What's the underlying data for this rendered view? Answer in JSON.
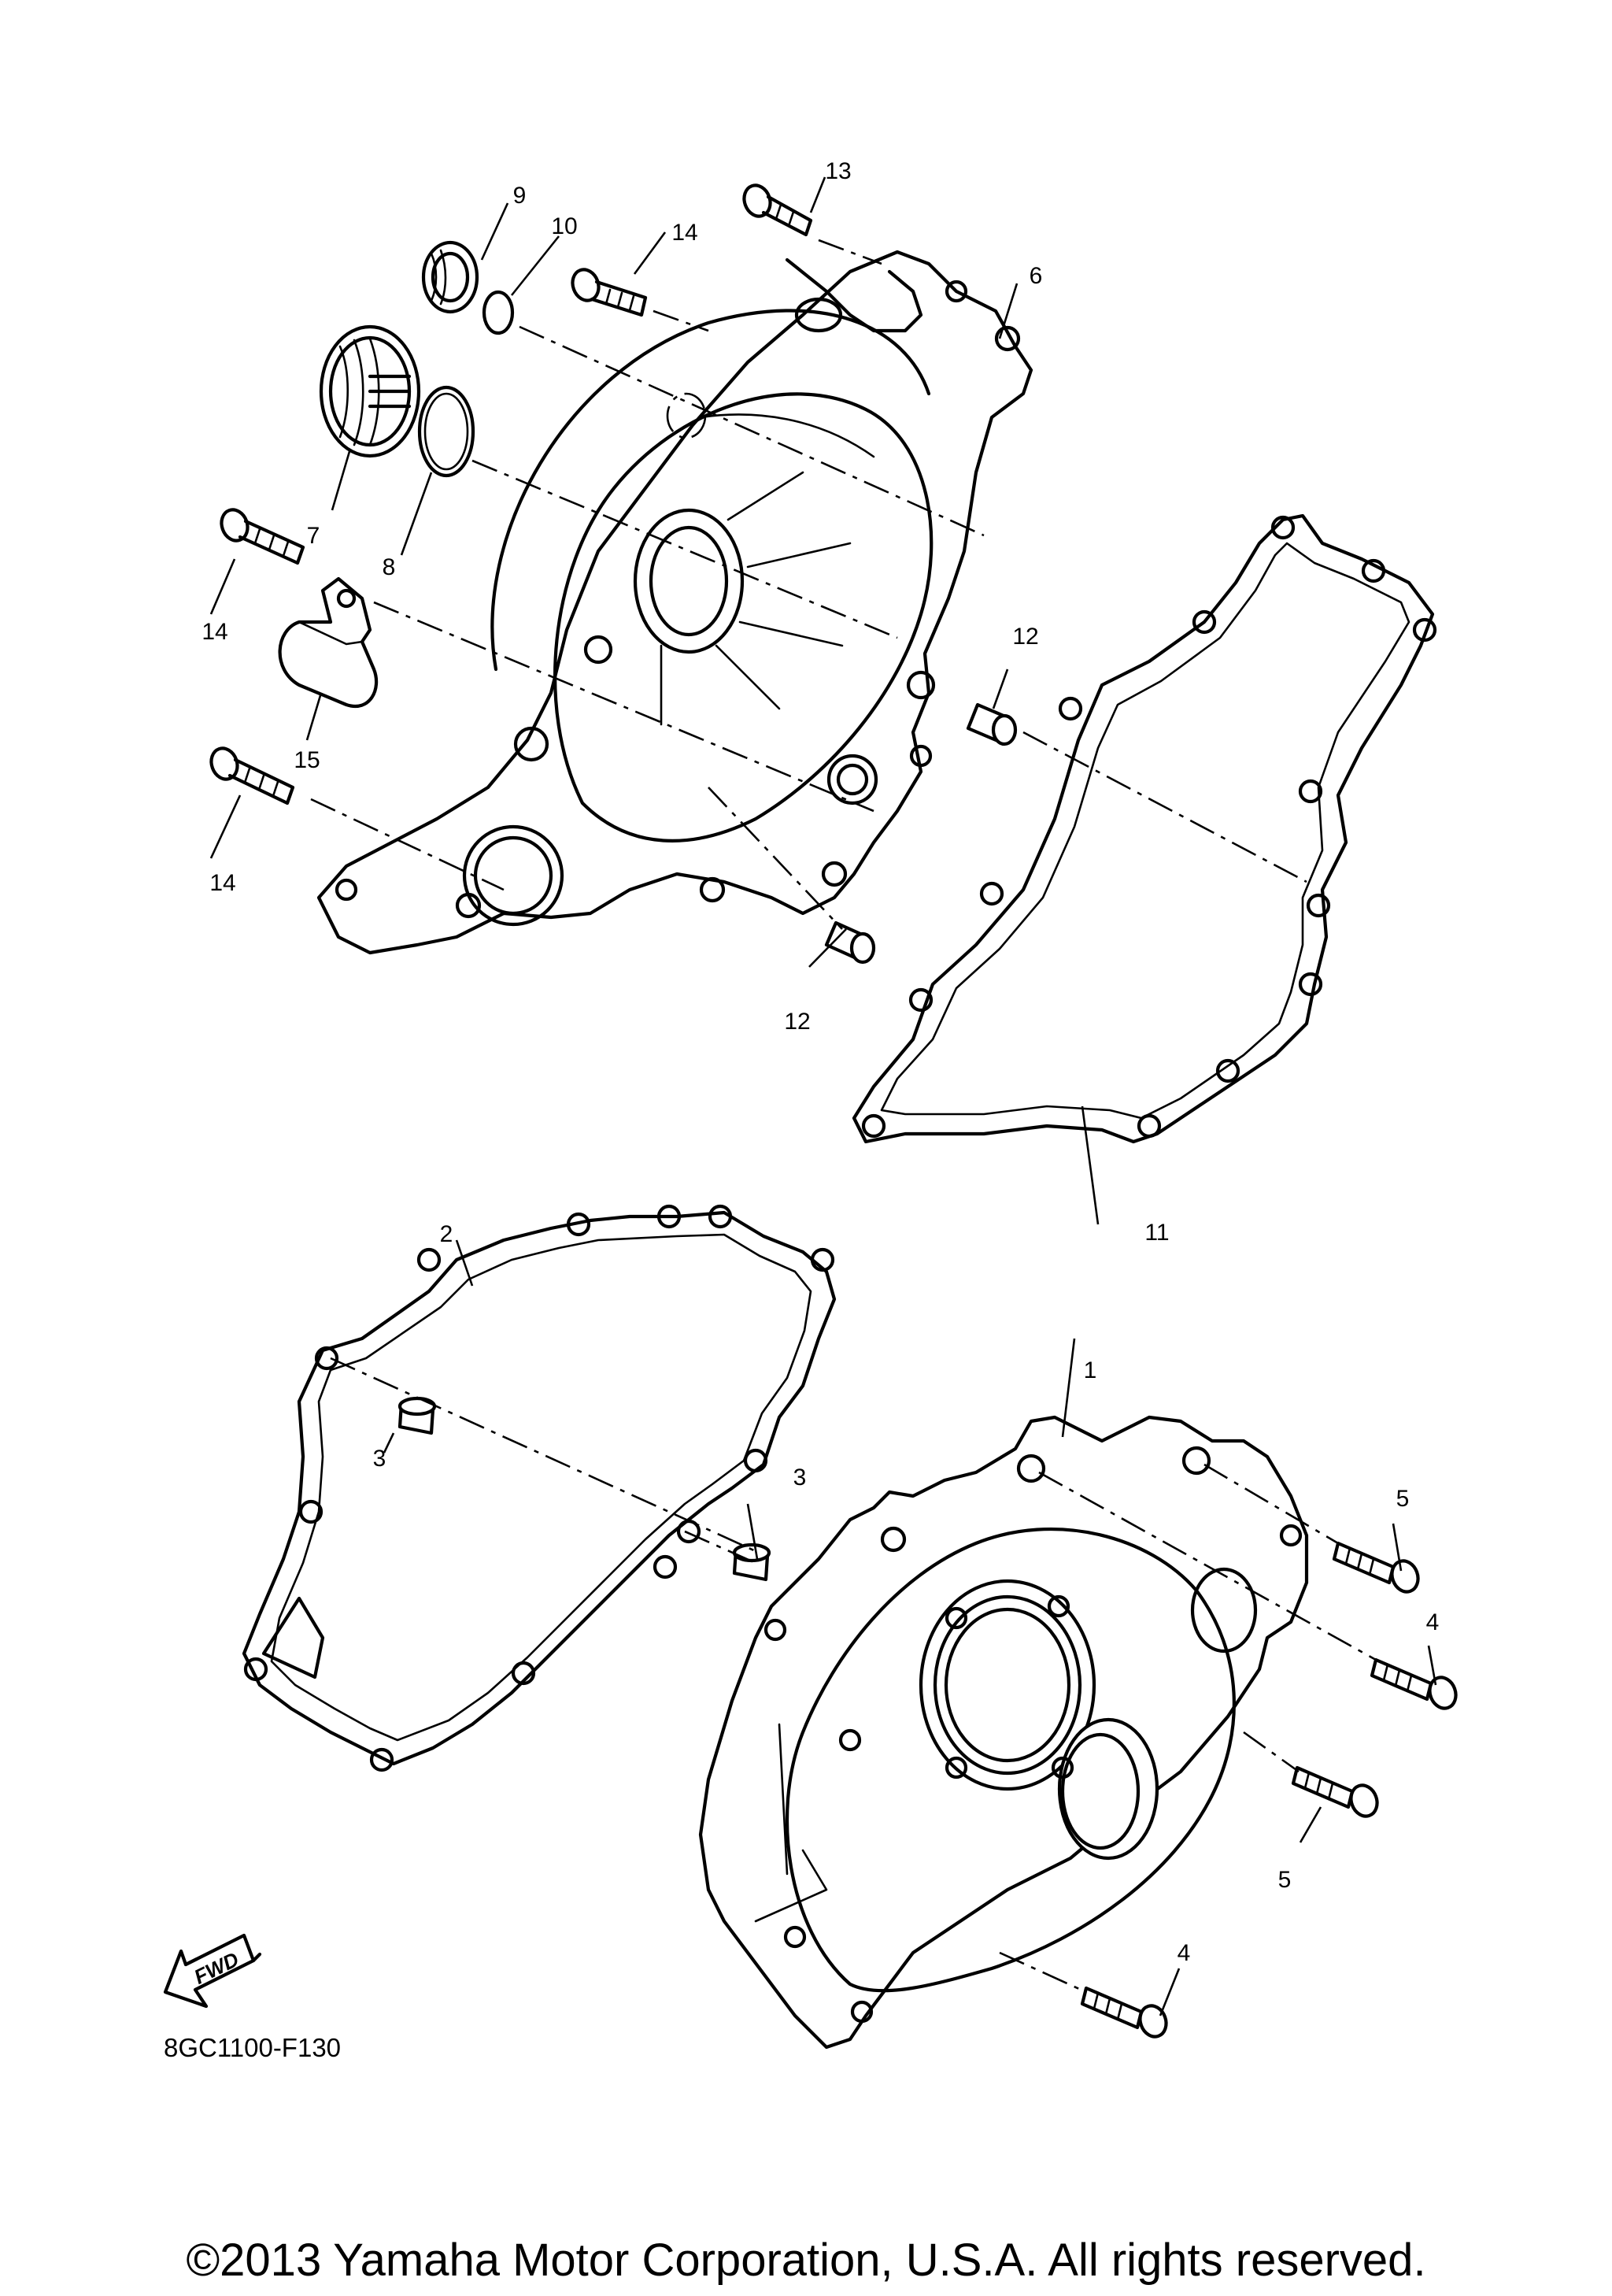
{
  "callouts": {
    "c1": "1",
    "c2": "2",
    "c3a": "3",
    "c3b": "3",
    "c4a": "4",
    "c4b": "4",
    "c5a": "5",
    "c5b": "5",
    "c6": "6",
    "c7": "7",
    "c8": "8",
    "c9": "9",
    "c10": "10",
    "c11": "11",
    "c12a": "12",
    "c12b": "12",
    "c13": "13",
    "c14a": "14",
    "c14b": "14",
    "c14c": "14",
    "c15": "15"
  },
  "fwd_label": "FWD",
  "diagram_code": "8GC1100-F130",
  "copyright": "©2013 Yamaha Motor Corporation, U.S.A. All rights reserved."
}
